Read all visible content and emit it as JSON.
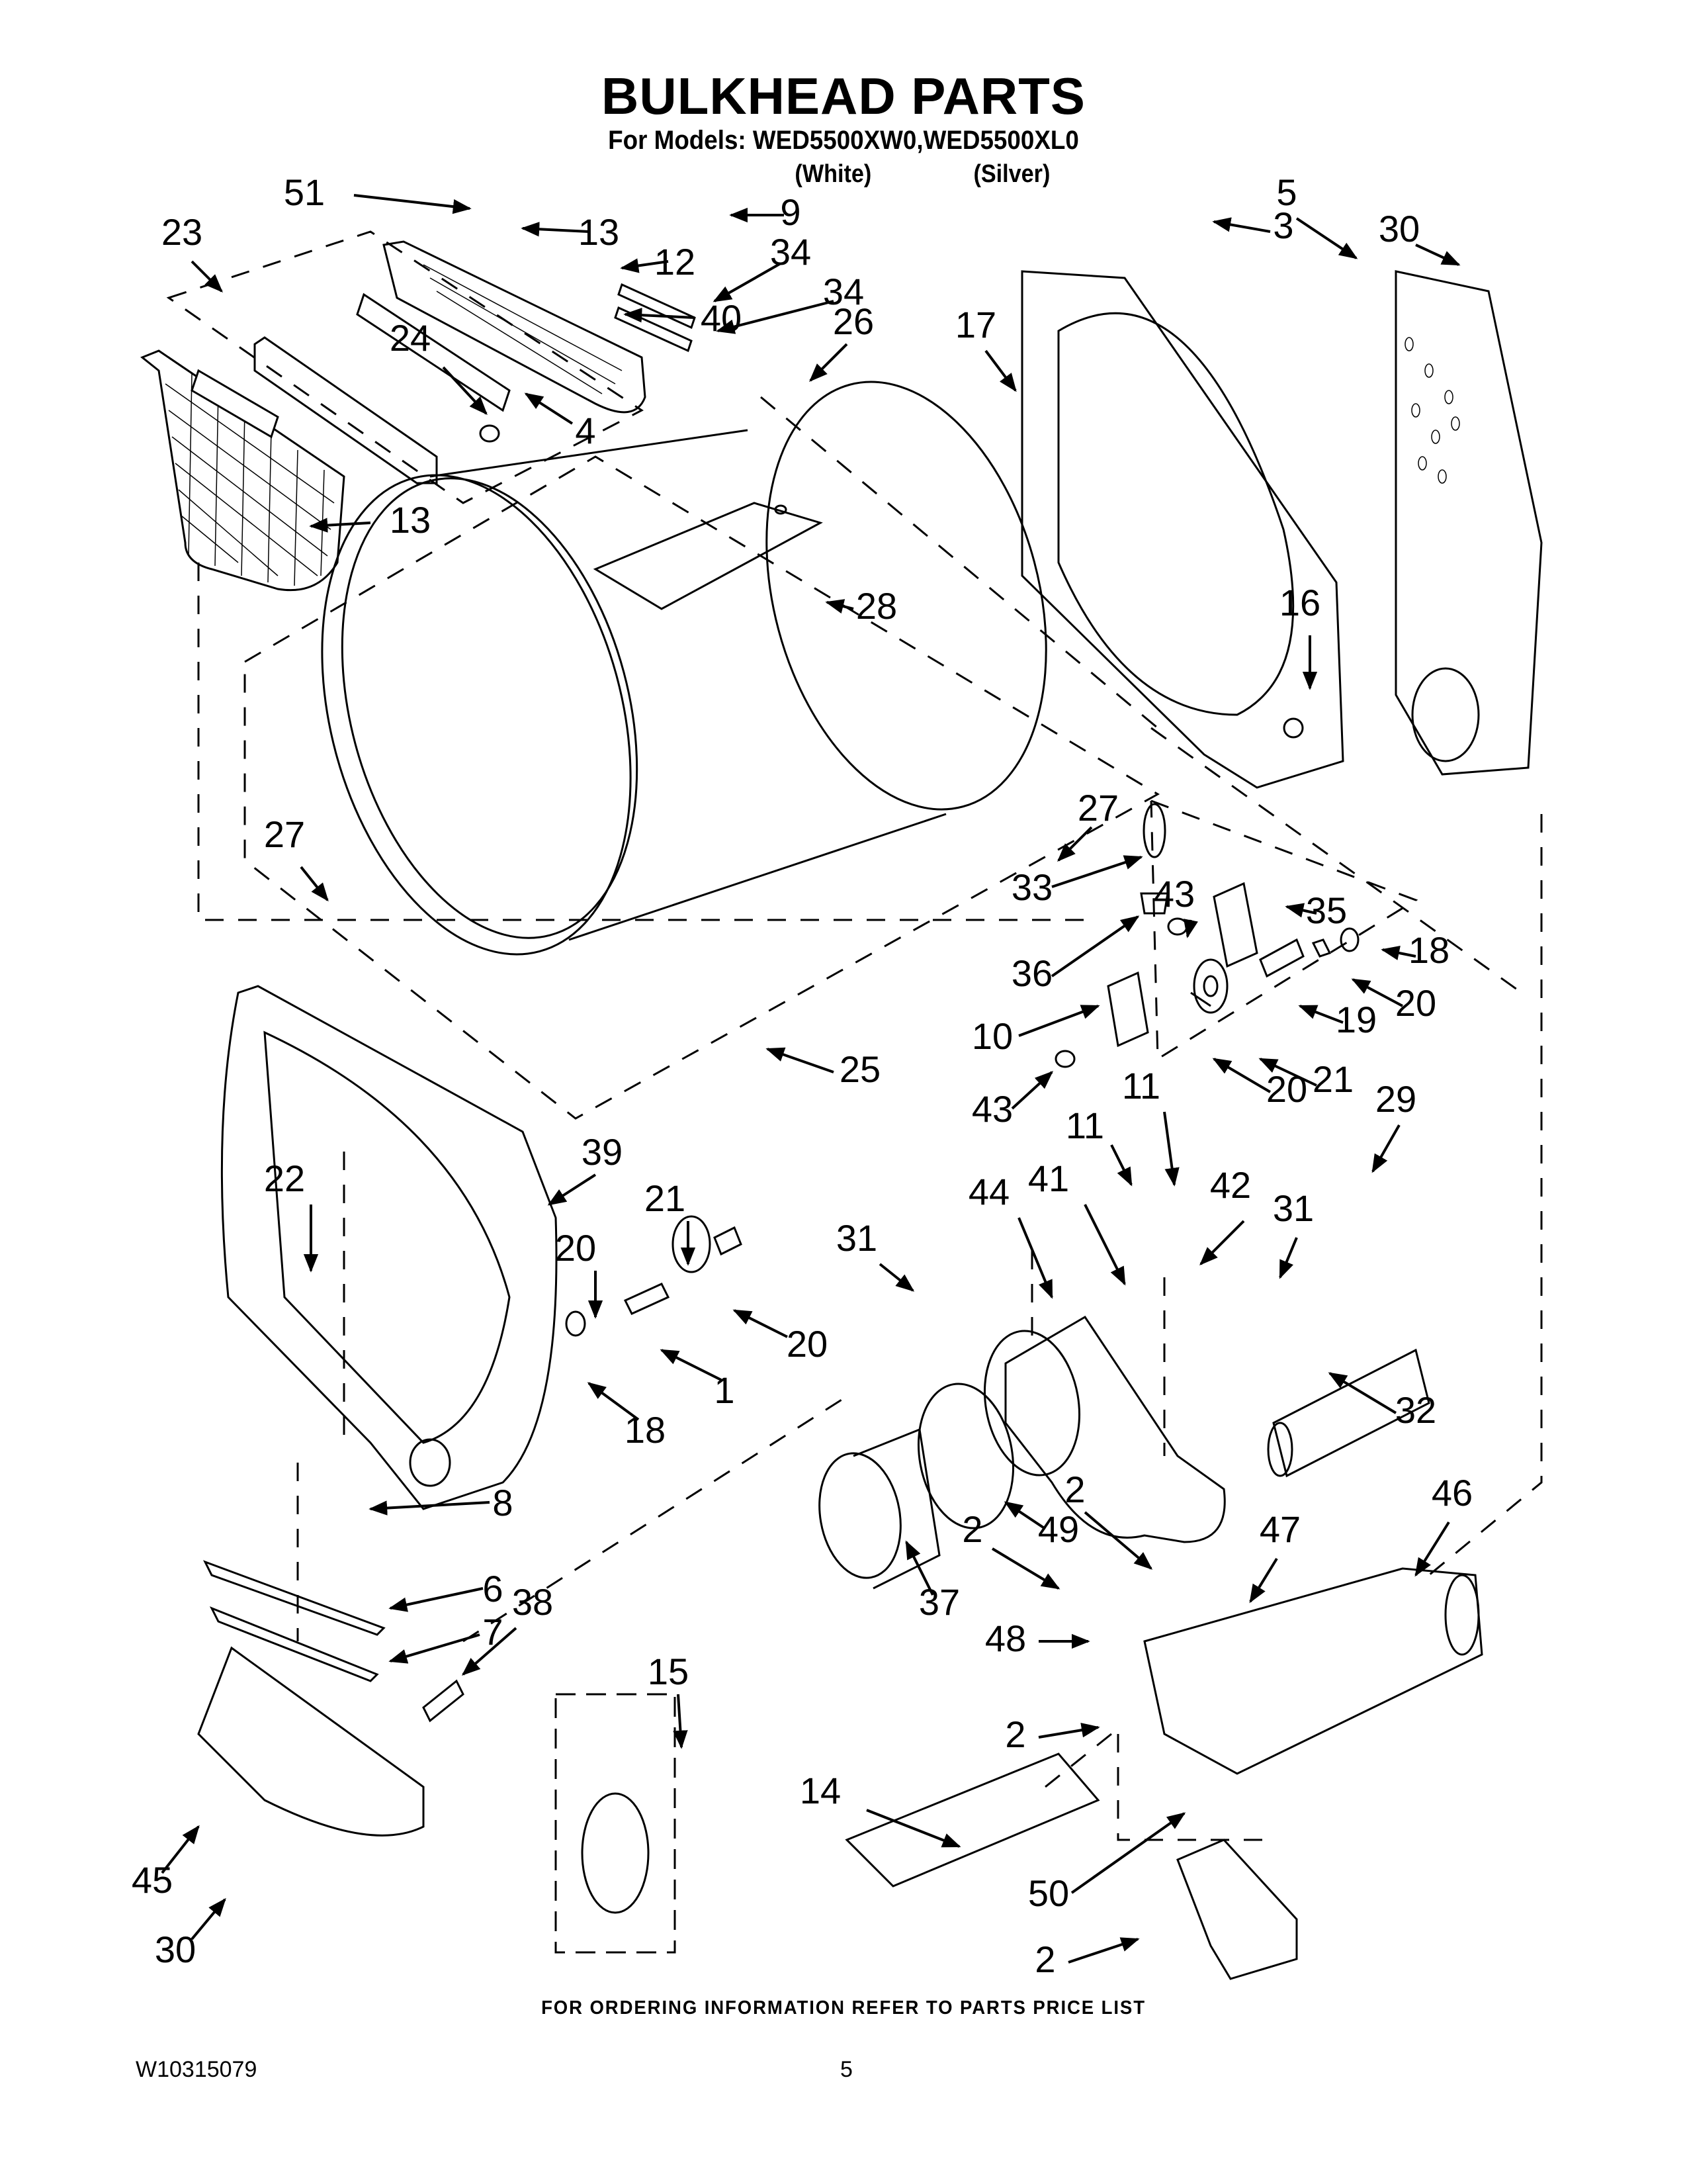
{
  "header": {
    "title": "BULKHEAD PARTS",
    "models_line": "For Models: WED5500XW0,WED5500XL0",
    "color_variants": [
      "(White)",
      "(Silver)"
    ]
  },
  "footer": {
    "ordering_note": "FOR ORDERING INFORMATION REFER TO PARTS PRICE LIST",
    "document_number": "W10315079",
    "page_number": "5"
  },
  "parts": {
    "lint_screen_assembly": {
      "labels": [
        "51",
        "13",
        "12",
        "23",
        "24",
        "4",
        "13",
        "40",
        "9",
        "34",
        "34"
      ]
    },
    "drum": {
      "labels": [
        "26",
        "28",
        "27",
        "27",
        "25"
      ]
    },
    "rear_bulkhead": {
      "labels": [
        "17",
        "3",
        "5",
        "30",
        "16"
      ]
    },
    "thermistor_group": {
      "labels": [
        "33",
        "43",
        "35",
        "36",
        "10",
        "43"
      ]
    },
    "rear_roller_group": {
      "labels": [
        "18",
        "20",
        "19",
        "21",
        "20"
      ]
    },
    "front_bulkhead": {
      "labels": [
        "39",
        "22"
      ]
    },
    "front_roller_group": {
      "labels": [
        "21",
        "20",
        "20",
        "1",
        "18"
      ]
    },
    "front_seals": {
      "labels": [
        "8",
        "6",
        "7",
        "38",
        "45",
        "30"
      ]
    },
    "blower_housing": {
      "labels": [
        "11",
        "11",
        "41",
        "44",
        "42",
        "29",
        "31",
        "31",
        "32",
        "49",
        "37"
      ]
    },
    "heater_duct": {
      "labels": [
        "2",
        "2",
        "46",
        "47",
        "48",
        "2",
        "2",
        "50",
        "14",
        "15"
      ]
    }
  }
}
